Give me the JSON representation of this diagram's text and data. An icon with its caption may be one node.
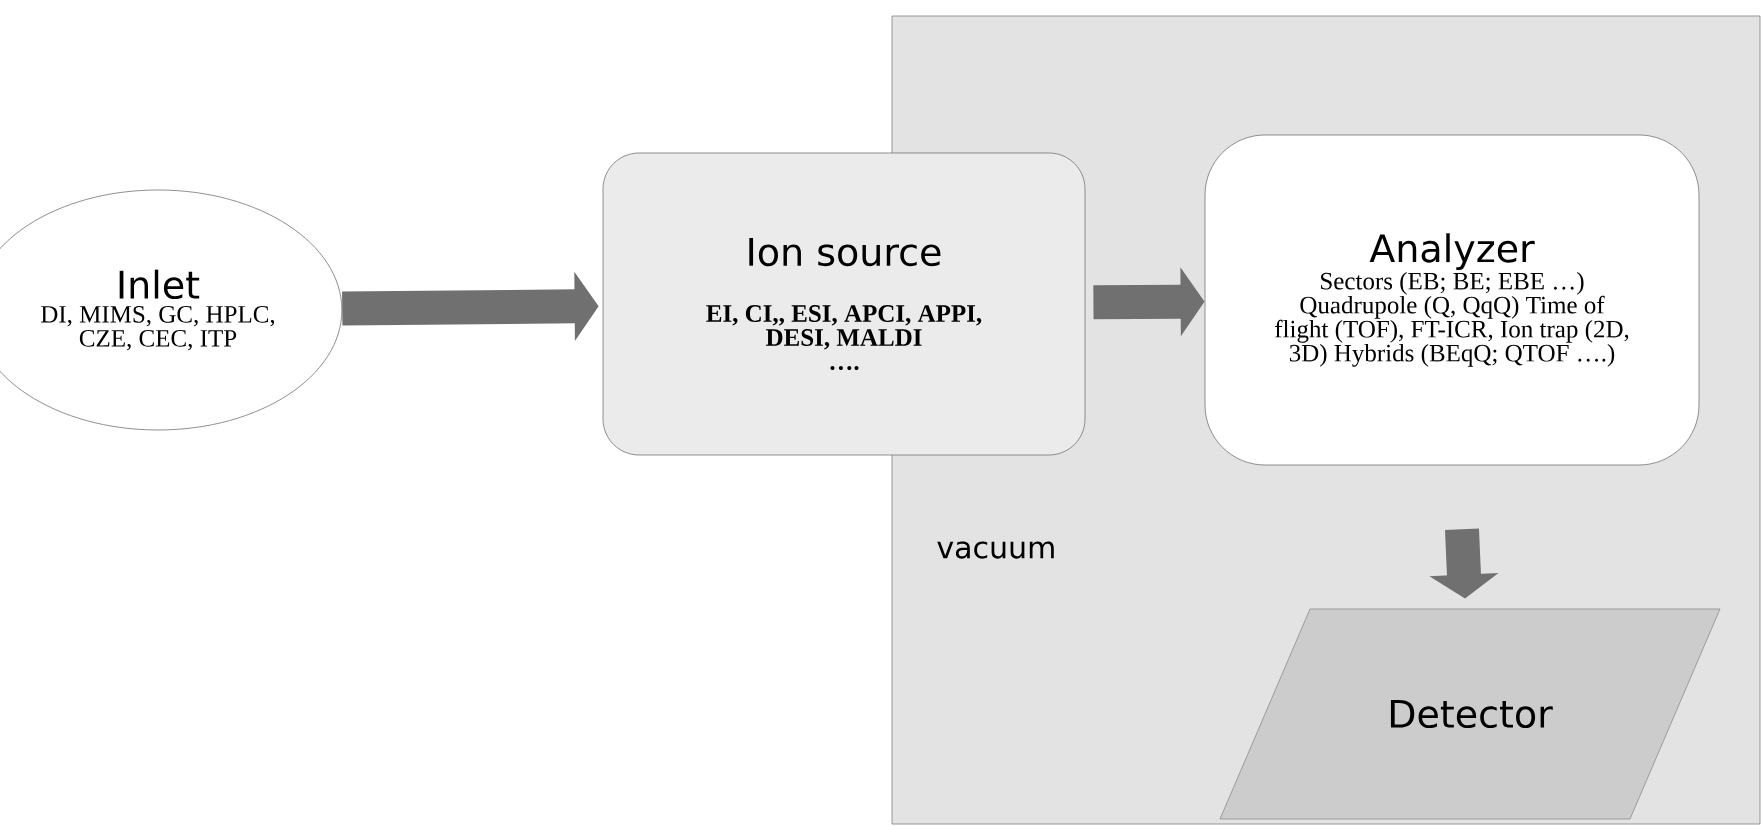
{
  "diagram": {
    "nodes": [
      {
        "text": [
          "Inlet",
          "DI, MIMS, GC, HPLC, CZE, CEC, ITP"
        ]
      },
      {
        "text": [
          "Ion source",
          "EI, CI,, ESI, APCI, APPI, DESI, MALDI",
          "…."
        ]
      },
      {
        "text": [
          "vacuum"
        ]
      },
      {
        "text": [
          "Analyzer",
          "Sectors (EB; BE; EBE …) Quadrupole (Q, QqQ) Time of flight (TOF), FT-ICR, Ion trap (2D, 3D) Hybrids (BEqQ; QTOF ….)"
        ],
        "in": 2
      },
      {
        "text": [
          "Detector"
        ],
        "in": 2
      }
    ],
    "edges": [
      {
        "from": 0,
        "to": 1,
        "arrow": "to"
      },
      {
        "from": 1,
        "to": 3,
        "arrow": "to"
      },
      {
        "from": 3,
        "to": 4,
        "arrow": "to"
      }
    ]
  }
}
